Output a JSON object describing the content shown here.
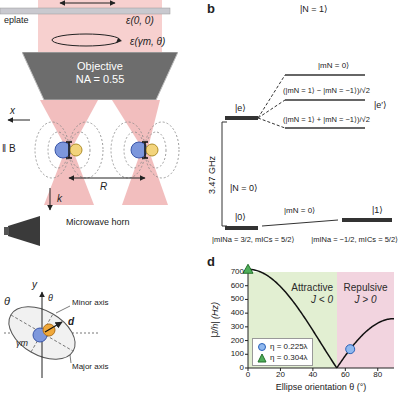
{
  "diagram": {
    "nodes": [
      {
        "text": [
          "Objective",
          "NA = 0.55"
        ]
      },
      {
        "text": [
          "Attractive",
          "J < 0"
        ]
      },
      {
        "text": [
          "Repulsive",
          "J > 0"
        ]
      }
    ],
    "labels": [
      "eplate",
      "ε(0, 0)",
      "ε(γm, θ)",
      "x",
      "‖ B",
      "R",
      "k",
      "Microwave horn",
      "θ",
      "y",
      "Minor axis",
      "d",
      "γm",
      "θ",
      "Major axis",
      "b",
      "|N = 1⟩",
      "|mN = 0⟩",
      "|e′⟩",
      "(|mN = 1⟩ − |mN = −1⟩)/√2",
      "(|mN = 1⟩ + |mN = −1⟩)/√2",
      "|e⟩",
      "3.47 GHz",
      "|N = 0⟩",
      "|mN = 0⟩",
      "|1⟩",
      "|0⟩",
      "|mINa = 3/2, mICs = 5/2⟩",
      "|mINa = −1/2, mICs = 5/2⟩",
      "d",
      "0",
      "100",
      "200",
      "300",
      "400",
      "500",
      "600",
      "700",
      "|J/h| (Hz)",
      "0",
      "20",
      "40",
      "60",
      "80",
      "Ellipse orientation θ (°)"
    ],
    "legend": [
      {
        "text": "η = 0.225λ"
      },
      {
        "text": "η = 0.304λ"
      }
    ]
  }
}
